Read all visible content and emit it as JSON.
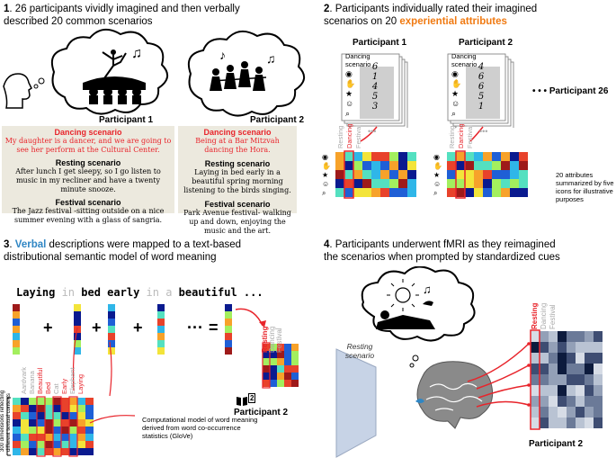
{
  "panel1": {
    "num": "1",
    "heading_line1": ". 26 participants vividly imagined and then verbally",
    "heading_line2": "described 20 common scenarios",
    "p1_label": "Participant 1",
    "p2_label": "Participant 2",
    "p1": {
      "dancing_title": "Dancing scenario",
      "dancing_text": "My daughter is a dancer, and we are going to see her perform at the Cultural Center.",
      "resting_title": "Resting scenario",
      "resting_text": "After lunch I get sleepy, so I go listen to music in my recliner and have a twenty minute snooze.",
      "festival_title": "Festival scenario",
      "festival_text": "The Jazz festival -sitting outside on a nice summer evening with a glass of sangria."
    },
    "p2": {
      "dancing_title": "Dancing scenario",
      "dancing_text": "Being at a Bar Mitzvah dancing the Hora.",
      "resting_title": "Resting scenario",
      "resting_text": "Laying in bed early in a beautiful spring morning listening to the birds singing.",
      "festival_title": "Festival scenario",
      "festival_text": "Park Avenue festival- walking up and down, enjoying the music and the art."
    }
  },
  "panel2": {
    "num": "2",
    "heading_line1": ". Participants individually rated their imagined",
    "heading_line2a": "scenarios on 20 ",
    "heading_highlight": "experiential attributes",
    "p1_label": "Participant 1",
    "p2_label": "Participant 2",
    "p26_label": "Participant 26",
    "card_title": "Dancing scenario",
    "p1_ratings": [
      "6",
      "1",
      "4",
      "5",
      "3"
    ],
    "p2_ratings": [
      "4",
      "6",
      "6",
      "5",
      "1"
    ],
    "col_labels": [
      "Resting",
      "Dancing",
      "Festival"
    ],
    "ellipsis": "• • •",
    "note": "20 attributes summarized by five icons for illustrative purposes"
  },
  "panel3": {
    "num": "3",
    "heading_highlight": "Verbal",
    "heading_line1": " descriptions were mapped to a text-based",
    "heading_line2": "distributional semantic model of word meaning",
    "sentence_words": [
      "Laying",
      "in",
      "bed",
      "early",
      "in",
      "a",
      "beautiful",
      "..."
    ],
    "ops": [
      "+",
      "+",
      "+",
      "···",
      "="
    ],
    "vocab_words": [
      "Aardvark",
      "Banana",
      "Beautiful",
      "Bed",
      "Cat",
      "Early",
      "Elephant",
      "Laying"
    ],
    "dims_label": "300 dimensions reflecting different textual contexts",
    "glove_note": "Computational model of word meaning derived from word co-occurrence statistics (GloVe)",
    "col_labels": [
      "Resting",
      "Dancing",
      "Festival"
    ],
    "p2_label": "Participant 2",
    "book_num": "2"
  },
  "panel4": {
    "num": "4",
    "heading_line1": ". Participants underwent fMRI as they reimagined",
    "heading_line2": "the scenarios when prompted by standardized cues",
    "cue": "Resting scenario",
    "col_labels": [
      "Resting",
      "Dancing",
      "Festival"
    ],
    "p2_label": "Participant 2"
  },
  "colors": {
    "accent_red": "#e8242b",
    "orange": "#f07a12",
    "blue": "#2f86c4",
    "text_box": "#ece9de"
  }
}
